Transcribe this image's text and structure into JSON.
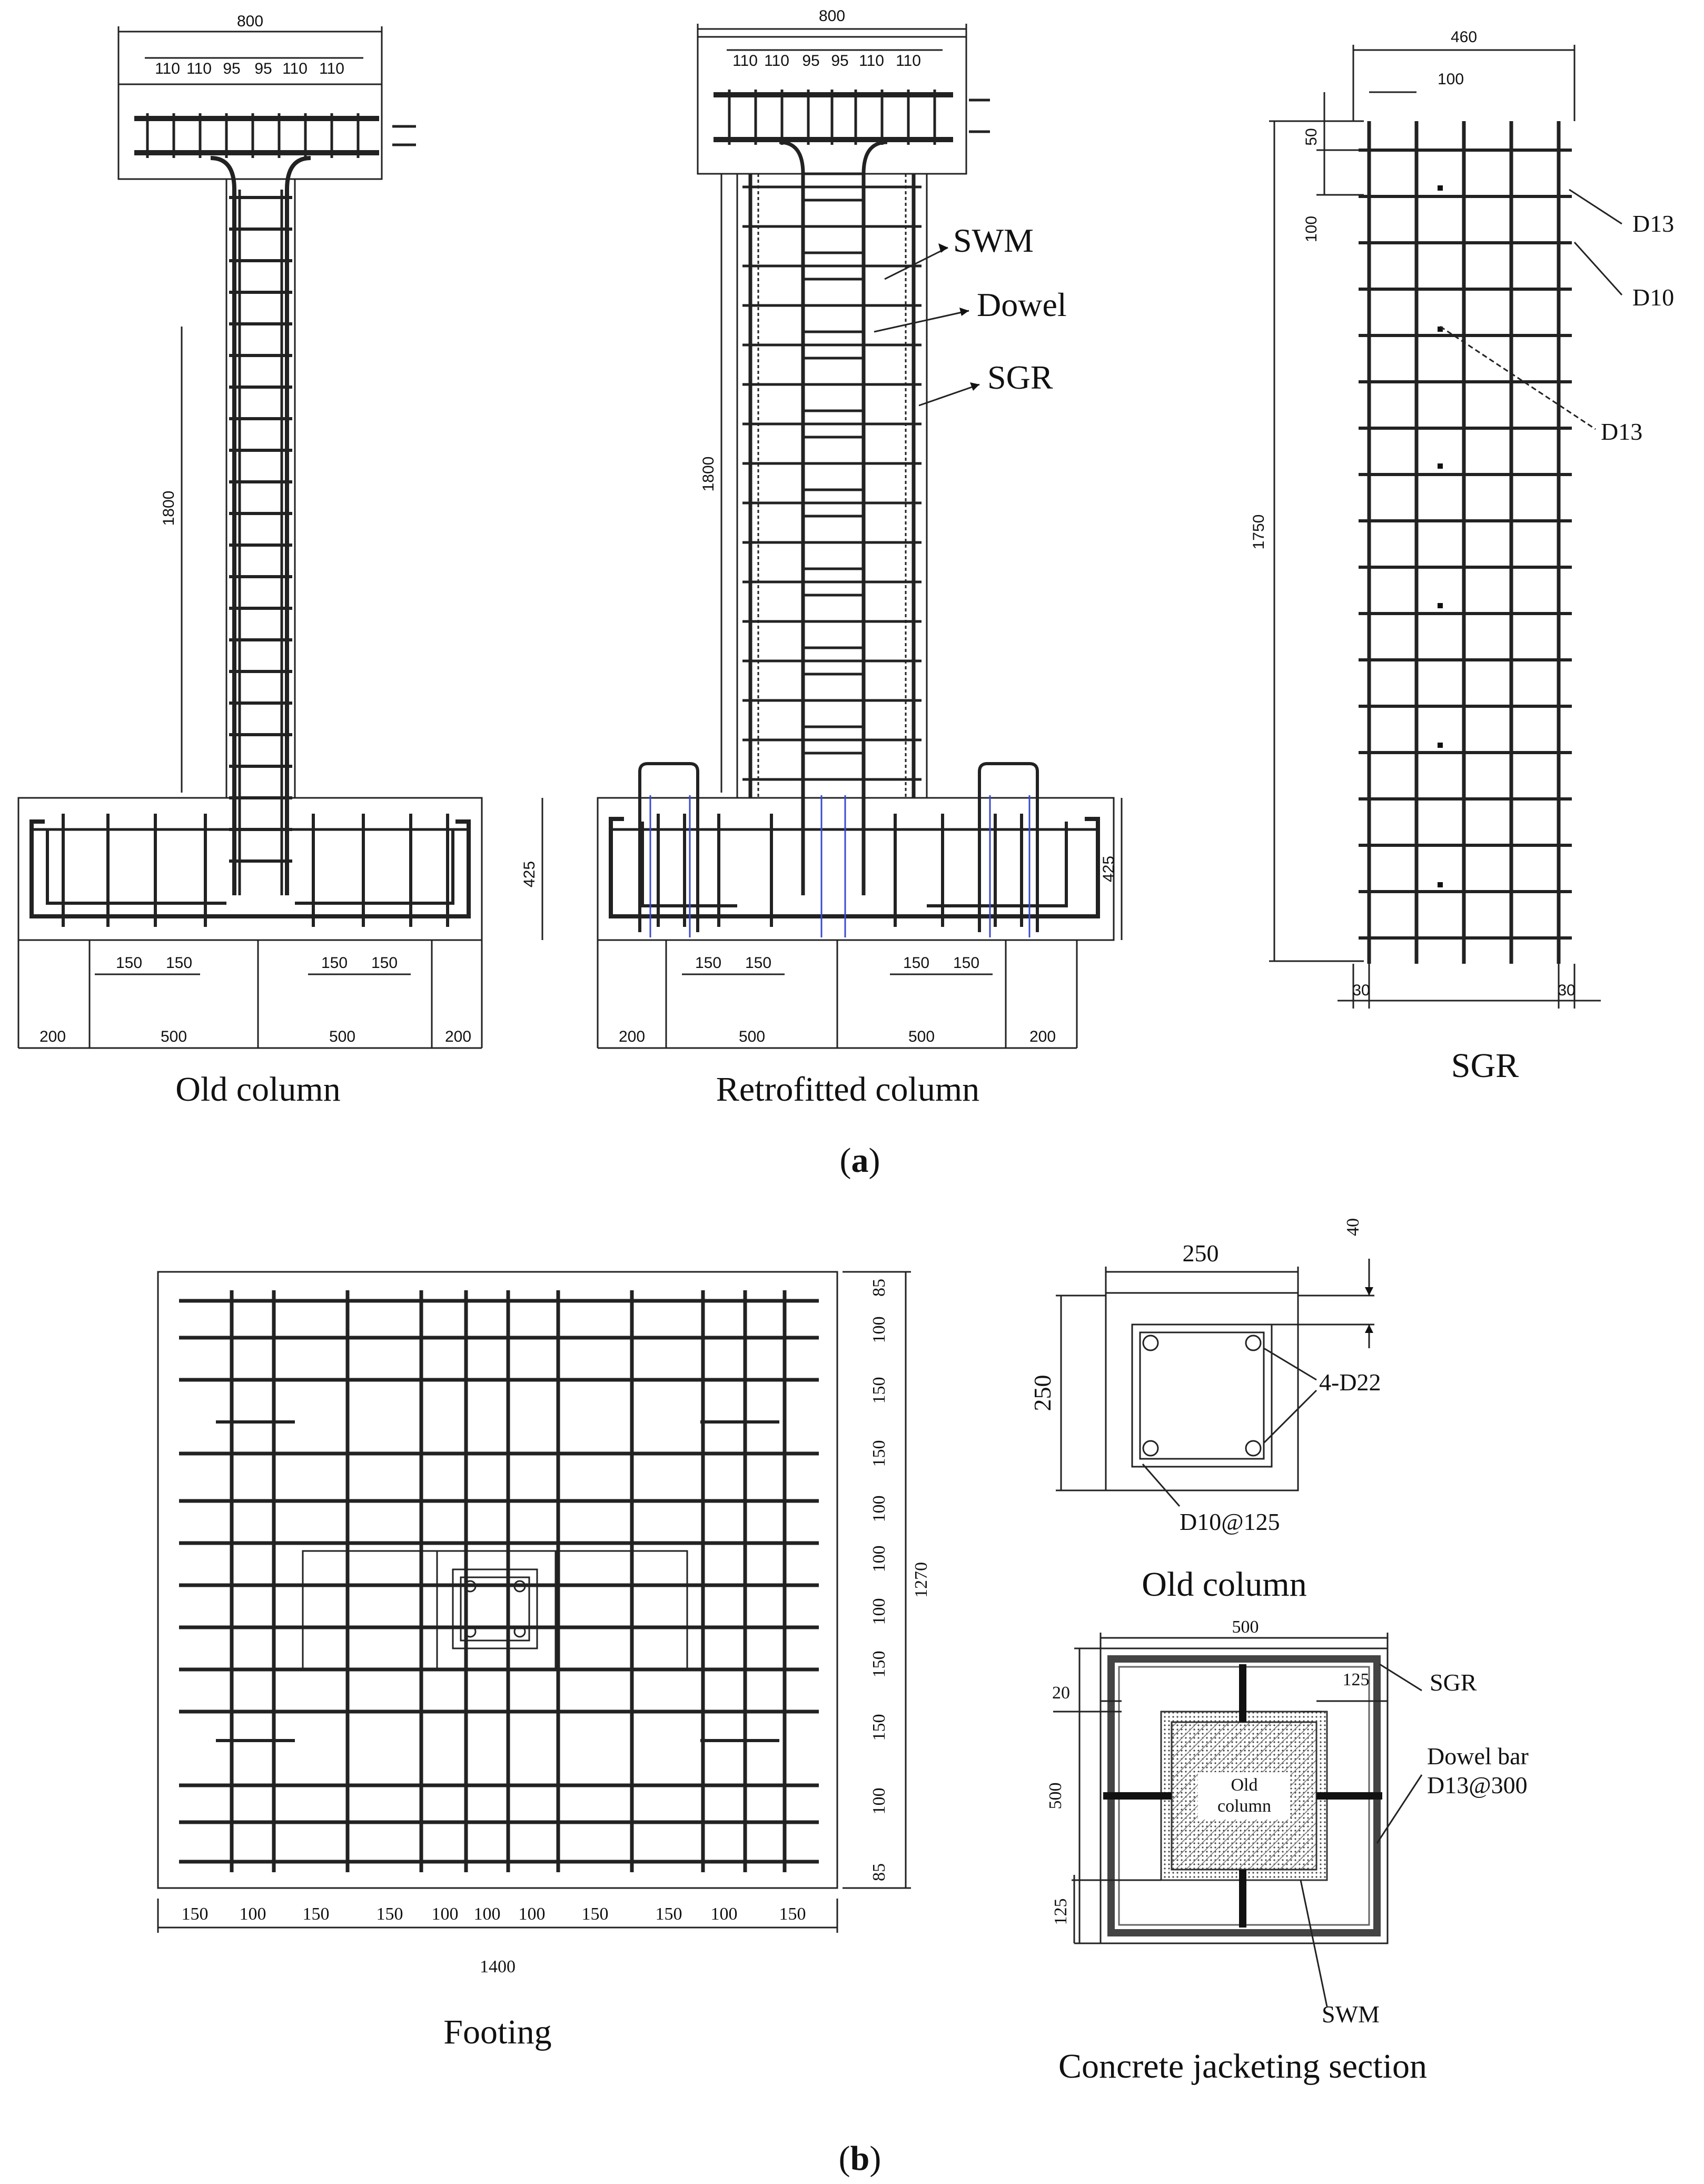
{
  "panel_a": {
    "label": "a",
    "old_column": {
      "caption": "Old column",
      "top_width": "800",
      "top_bars": [
        "110",
        "110",
        "95",
        "95",
        "110",
        "110"
      ],
      "height": "1800",
      "footing_depth": "425",
      "bottom_spacings": [
        "150",
        "150",
        "150",
        "150"
      ],
      "base_dims": [
        "200",
        "500",
        "500",
        "200"
      ]
    },
    "retrofitted_column": {
      "caption": "Retrofitted column",
      "top_width": "800",
      "top_bars": [
        "110",
        "110",
        "95",
        "95",
        "110",
        "110"
      ],
      "height": "1800",
      "footing_depth": "425",
      "bottom_spacings": [
        "150",
        "150",
        "150",
        "150"
      ],
      "base_dims": [
        "200",
        "500",
        "500",
        "200"
      ],
      "callouts": [
        "SWM",
        "Dowel",
        "SGR"
      ]
    },
    "sgr": {
      "caption": "SGR",
      "width": "460",
      "spacing": "100",
      "top_offset": "50",
      "tie_spacing": "100",
      "height": "1750",
      "edge_left": "30",
      "edge_right": "30",
      "callouts": [
        "D13",
        "D10",
        "D13"
      ]
    }
  },
  "panel_b": {
    "label": "b",
    "footing": {
      "caption": "Footing",
      "width": "1400",
      "depth": "1270",
      "x_spacings": [
        "150",
        "100",
        "150",
        "150",
        "100",
        "100",
        "100",
        "150",
        "150",
        "100",
        "150"
      ],
      "y_spacings": [
        "85",
        "100",
        "150",
        "150",
        "100",
        "100",
        "100",
        "150",
        "150",
        "100",
        "85"
      ]
    },
    "old_column_section": {
      "caption": "Old column",
      "width": "250",
      "height": "250",
      "cover": "40",
      "bars": "4-D22",
      "ties": "D10@125"
    },
    "jacket_section": {
      "caption": "Concrete jacketing section",
      "width": "500",
      "height": "500",
      "cover": "20",
      "offset_top": "125",
      "offset_left": "125",
      "center_label_1": "Old",
      "center_label_2": "column",
      "callouts": [
        "SGR",
        "Dowel bar",
        "D13@300",
        "SWM"
      ]
    }
  }
}
